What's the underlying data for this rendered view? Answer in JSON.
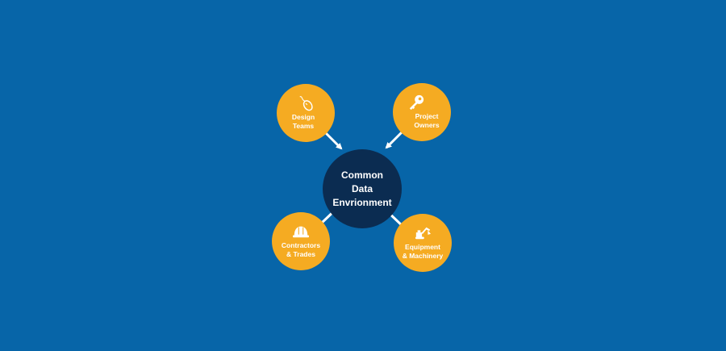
{
  "hub": {
    "lines": [
      "Common",
      "Data",
      "Envrionment"
    ]
  },
  "nodes": [
    {
      "id": "design",
      "lines": [
        "Design",
        "Teams"
      ],
      "icon": "mouse-icon"
    },
    {
      "id": "owners",
      "lines": [
        "Project",
        "Owners"
      ],
      "icon": "key-icon"
    },
    {
      "id": "contractors",
      "lines": [
        "Contractors",
        "& Trades"
      ],
      "icon": "hard-hat-icon"
    },
    {
      "id": "equipment",
      "lines": [
        "Equipment",
        "& Machinery"
      ],
      "icon": "excavator-icon"
    }
  ],
  "colors": {
    "background": "#0765a8",
    "hub": "#0b2c51",
    "node": "#f5ab22",
    "arrow": "#ffffff"
  }
}
